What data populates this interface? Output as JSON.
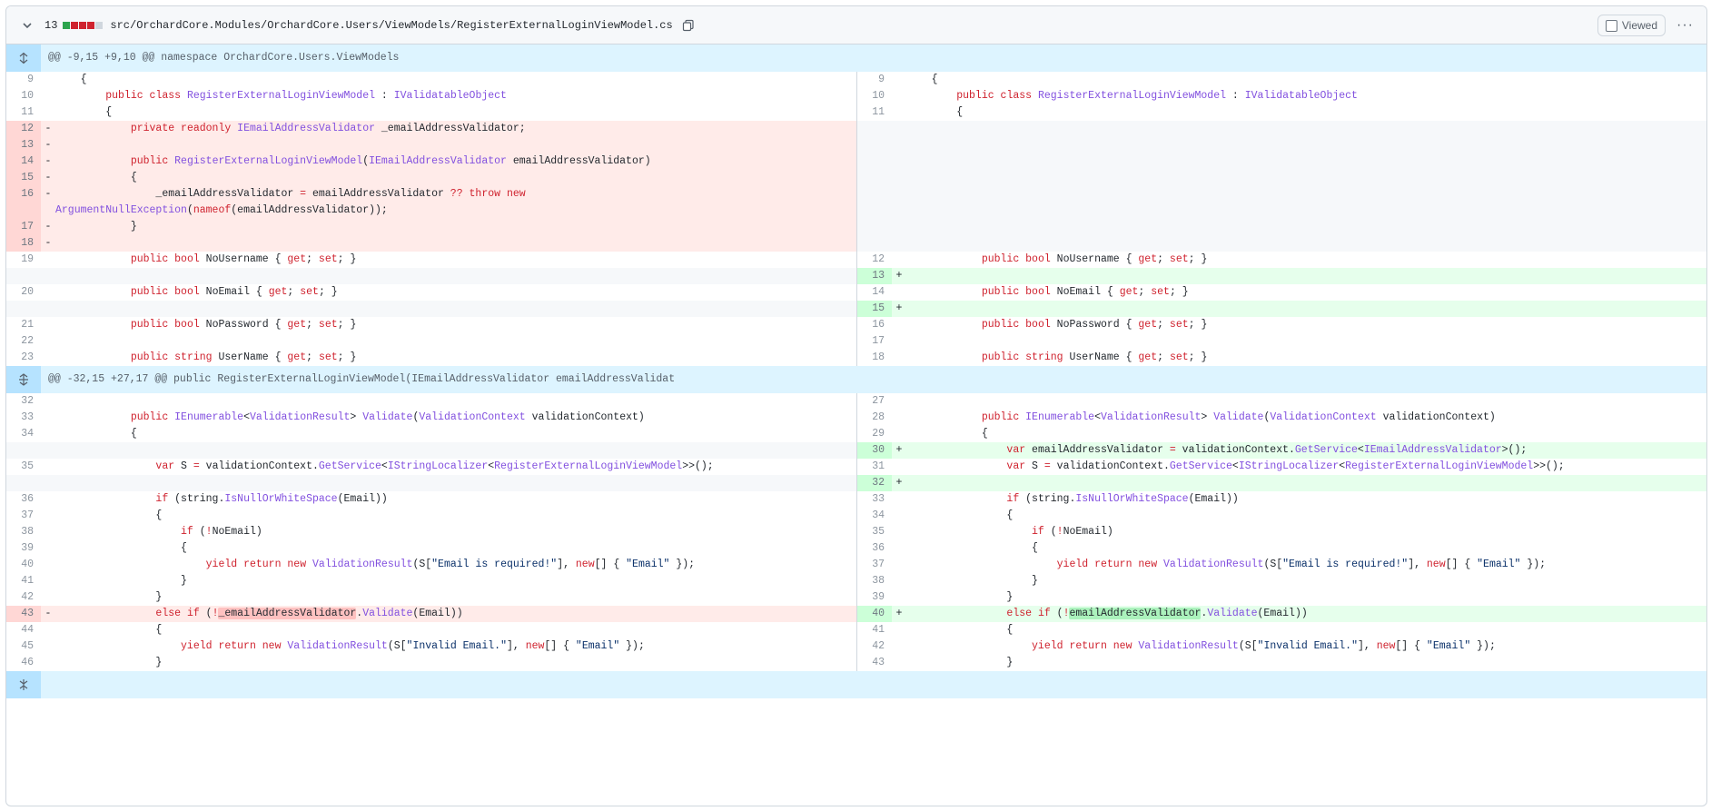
{
  "file": {
    "changes": "13",
    "path": "src/OrchardCore.Modules/OrchardCore.Users/ViewModels/RegisterExternalLoginViewModel.cs",
    "viewed_label": "Viewed",
    "diffstat_colors": [
      "#2da44e",
      "#cf222e",
      "#cf222e",
      "#cf222e",
      "#d0d7de"
    ]
  },
  "hunks": [
    {
      "header": "@@ -9,15 +9,10 @@ namespace OrchardCore.Users.ViewModels"
    },
    {
      "header": "@@ -32,15 +27,17 @@ public RegisterExternalLoginViewModel(IEmailAddressValidator emailAddressValidat"
    }
  ],
  "rows1": [
    {
      "l": {
        "n": "9",
        "t": "ctx",
        "c": "    {"
      },
      "r": {
        "n": "9",
        "t": "ctx",
        "c": "    {"
      }
    },
    {
      "l": {
        "n": "10",
        "t": "ctx",
        "c": "        <k>public</k> <k>class</k> <y>RegisterExternalLoginViewModel</y> : <y>IValidatableObject</y>"
      },
      "r": {
        "n": "10",
        "t": "ctx",
        "c": "        <k>public</k> <k>class</k> <y>RegisterExternalLoginViewModel</y> : <y>IValidatableObject</y>"
      }
    },
    {
      "l": {
        "n": "11",
        "t": "ctx",
        "c": "        {"
      },
      "r": {
        "n": "11",
        "t": "ctx",
        "c": "        {"
      }
    },
    {
      "l": {
        "n": "12",
        "t": "del",
        "c": "            <k>private</k> <k>readonly</k> <y>IEmailAddressValidator</y> _emailAddressValidator;"
      },
      "r": {
        "t": "empty"
      }
    },
    {
      "l": {
        "n": "13",
        "t": "del",
        "c": ""
      },
      "r": {
        "t": "empty"
      }
    },
    {
      "l": {
        "n": "14",
        "t": "del",
        "c": "            <k>public</k> <y>RegisterExternalLoginViewModel</y>(<y>IEmailAddressValidator</y> emailAddressValidator)"
      },
      "r": {
        "t": "empty"
      }
    },
    {
      "l": {
        "n": "15",
        "t": "del",
        "c": "            {"
      },
      "r": {
        "t": "empty"
      }
    },
    {
      "l": {
        "n": "16",
        "t": "del",
        "wrap": true,
        "c": "                _emailAddressValidator <k>=</k> emailAddressValidator <k>??</k> <k>throw</k> <k>new</k>\n<y>ArgumentNullException</y>(<k>nameof</k>(emailAddressValidator));"
      },
      "r": {
        "t": "empty"
      }
    },
    {
      "l": {
        "n": "17",
        "t": "del",
        "c": "            }"
      },
      "r": {
        "t": "empty"
      }
    },
    {
      "l": {
        "n": "18",
        "t": "del",
        "c": ""
      },
      "r": {
        "t": "empty"
      }
    },
    {
      "l": {
        "n": "19",
        "t": "ctx",
        "c": "            <k>public</k> <k>bool</k> NoUsername { <k>get</k>; <k>set</k>; }"
      },
      "r": {
        "n": "12",
        "t": "ctx",
        "c": "            <k>public</k> <k>bool</k> NoUsername { <k>get</k>; <k>set</k>; }"
      }
    },
    {
      "l": {
        "t": "empty"
      },
      "r": {
        "n": "13",
        "t": "add",
        "c": ""
      }
    },
    {
      "l": {
        "n": "20",
        "t": "ctx",
        "c": "            <k>public</k> <k>bool</k> NoEmail { <k>get</k>; <k>set</k>; }"
      },
      "r": {
        "n": "14",
        "t": "ctx",
        "c": "            <k>public</k> <k>bool</k> NoEmail { <k>get</k>; <k>set</k>; }"
      }
    },
    {
      "l": {
        "t": "empty"
      },
      "r": {
        "n": "15",
        "t": "add",
        "c": ""
      }
    },
    {
      "l": {
        "n": "21",
        "t": "ctx",
        "c": "            <k>public</k> <k>bool</k> NoPassword { <k>get</k>; <k>set</k>; }"
      },
      "r": {
        "n": "16",
        "t": "ctx",
        "c": "            <k>public</k> <k>bool</k> NoPassword { <k>get</k>; <k>set</k>; }"
      }
    },
    {
      "l": {
        "n": "22",
        "t": "ctx",
        "c": ""
      },
      "r": {
        "n": "17",
        "t": "ctx",
        "c": ""
      }
    },
    {
      "l": {
        "n": "23",
        "t": "ctx",
        "c": "            <k>public</k> <k>string</k> UserName { <k>get</k>; <k>set</k>; }"
      },
      "r": {
        "n": "18",
        "t": "ctx",
        "c": "            <k>public</k> <k>string</k> UserName { <k>get</k>; <k>set</k>; }"
      }
    }
  ],
  "rows2": [
    {
      "l": {
        "n": "32",
        "t": "ctx",
        "c": ""
      },
      "r": {
        "n": "27",
        "t": "ctx",
        "c": ""
      }
    },
    {
      "l": {
        "n": "33",
        "t": "ctx",
        "c": "            <k>public</k> <y>IEnumerable</y>&lt;<y>ValidationResult</y>&gt; <y>Validate</y>(<y>ValidationContext</y> validationContext)"
      },
      "r": {
        "n": "28",
        "t": "ctx",
        "c": "            <k>public</k> <y>IEnumerable</y>&lt;<y>ValidationResult</y>&gt; <y>Validate</y>(<y>ValidationContext</y> validationContext)"
      }
    },
    {
      "l": {
        "n": "34",
        "t": "ctx",
        "c": "            {"
      },
      "r": {
        "n": "29",
        "t": "ctx",
        "c": "            {"
      }
    },
    {
      "l": {
        "t": "empty"
      },
      "r": {
        "n": "30",
        "t": "add",
        "c": "                <k>var</k> emailAddressValidator <k>=</k> validationContext.<y>GetService</y>&lt;<y>IEmailAddressValidator</y>&gt;();"
      }
    },
    {
      "l": {
        "n": "35",
        "t": "ctx",
        "c": "                <k>var</k> S <k>=</k> validationContext.<y>GetService</y>&lt;<y>IStringLocalizer</y>&lt;<y>RegisterExternalLoginViewModel</y>&gt;&gt;();"
      },
      "r": {
        "n": "31",
        "t": "ctx",
        "c": "                <k>var</k> S <k>=</k> validationContext.<y>GetService</y>&lt;<y>IStringLocalizer</y>&lt;<y>RegisterExternalLoginViewModel</y>&gt;&gt;();"
      }
    },
    {
      "l": {
        "t": "empty"
      },
      "r": {
        "n": "32",
        "t": "add",
        "c": ""
      }
    },
    {
      "l": {
        "n": "36",
        "t": "ctx",
        "c": "                <k>if</k> (string.<y>IsNullOrWhiteSpace</y>(Email))"
      },
      "r": {
        "n": "33",
        "t": "ctx",
        "c": "                <k>if</k> (string.<y>IsNullOrWhiteSpace</y>(Email))"
      }
    },
    {
      "l": {
        "n": "37",
        "t": "ctx",
        "c": "                {"
      },
      "r": {
        "n": "34",
        "t": "ctx",
        "c": "                {"
      }
    },
    {
      "l": {
        "n": "38",
        "t": "ctx",
        "c": "                    <k>if</k> (<k>!</k>NoEmail)"
      },
      "r": {
        "n": "35",
        "t": "ctx",
        "c": "                    <k>if</k> (<k>!</k>NoEmail)"
      }
    },
    {
      "l": {
        "n": "39",
        "t": "ctx",
        "c": "                    {"
      },
      "r": {
        "n": "36",
        "t": "ctx",
        "c": "                    {"
      }
    },
    {
      "l": {
        "n": "40",
        "t": "ctx",
        "c": "                        <k>yield</k> <k>return</k> <k>new</k> <y>ValidationResult</y>(S[<s>\"Email is required!\"</s>], <k>new</k>[] { <s>\"Email\"</s> });"
      },
      "r": {
        "n": "37",
        "t": "ctx",
        "c": "                        <k>yield</k> <k>return</k> <k>new</k> <y>ValidationResult</y>(S[<s>\"Email is required!\"</s>], <k>new</k>[] { <s>\"Email\"</s> });"
      }
    },
    {
      "l": {
        "n": "41",
        "t": "ctx",
        "c": "                    }"
      },
      "r": {
        "n": "38",
        "t": "ctx",
        "c": "                    }"
      }
    },
    {
      "l": {
        "n": "42",
        "t": "ctx",
        "c": "                }"
      },
      "r": {
        "n": "39",
        "t": "ctx",
        "c": "                }"
      }
    },
    {
      "l": {
        "n": "43",
        "t": "del",
        "c": "                <k>else</k> <k>if</k> (<k>!</k><hd>_emailAddressValidator</hd>.<y>Validate</y>(Email))"
      },
      "r": {
        "n": "40",
        "t": "add",
        "c": "                <k>else</k> <k>if</k> (<k>!</k><ha>emailAddressValidator</ha>.<y>Validate</y>(Email))"
      }
    },
    {
      "l": {
        "n": "44",
        "t": "ctx",
        "c": "                {"
      },
      "r": {
        "n": "41",
        "t": "ctx",
        "c": "                {"
      }
    },
    {
      "l": {
        "n": "45",
        "t": "ctx",
        "c": "                    <k>yield</k> <k>return</k> <k>new</k> <y>ValidationResult</y>(S[<s>\"Invalid Email.\"</s>], <k>new</k>[] { <s>\"Email\"</s> });"
      },
      "r": {
        "n": "42",
        "t": "ctx",
        "c": "                    <k>yield</k> <k>return</k> <k>new</k> <y>ValidationResult</y>(S[<s>\"Invalid Email.\"</s>], <k>new</k>[] { <s>\"Email\"</s> });"
      }
    },
    {
      "l": {
        "n": "46",
        "t": "ctx",
        "c": "                }"
      },
      "r": {
        "n": "43",
        "t": "ctx",
        "c": "                }"
      }
    }
  ]
}
